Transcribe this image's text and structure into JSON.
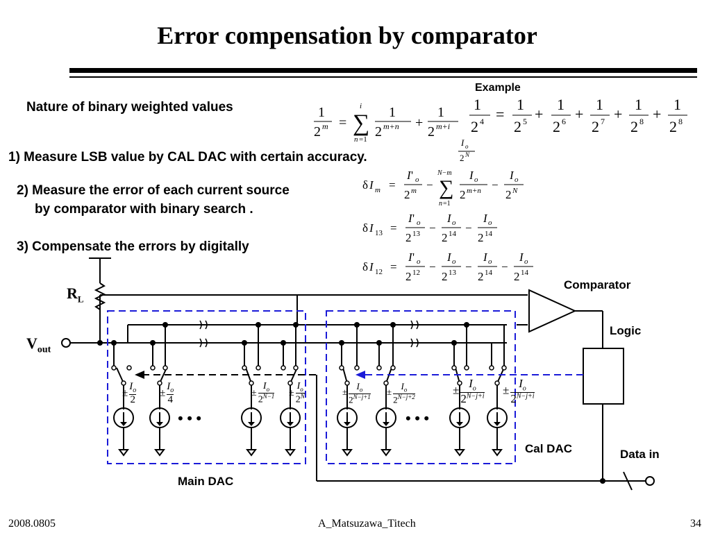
{
  "slide": {
    "title": "Error compensation by comparator",
    "example_label": "Example",
    "nature_text": "Nature of binary weighted values",
    "step1": "1) Measure LSB value by CAL DAC with certain accuracy.",
    "step2_line1": "2) Measure the error of each current source",
    "step2_line2": "by  comparator with binary search .",
    "step3": "3) Compensate the errors by digitally"
  },
  "diagram": {
    "rl_label": "R",
    "rl_sub": "L",
    "vout_label": "V",
    "vout_sub": "out",
    "comparator_label": "Comparator",
    "logic_label": "Logic",
    "cal_dac_label": "Cal DAC",
    "data_in_label": "Data in",
    "main_dac_label": "Main DAC",
    "ellipsis": "• • •",
    "main_sources": [
      {
        "pm": "±",
        "num": "I",
        "num_sub": "o",
        "den": "2"
      },
      {
        "pm": "±",
        "num": "I",
        "num_sub": "o",
        "den": "4"
      },
      {
        "pm": "±",
        "num": "I",
        "num_sub": "o",
        "den": "2",
        "den_sup": "N−1"
      },
      {
        "pm": "±",
        "num": "I",
        "num_sub": "o",
        "den": "2",
        "den_sup": "N"
      }
    ],
    "cal_sources": [
      {
        "pm": "±",
        "num": "I",
        "num_sub": "o",
        "den": "2",
        "den_sup": "N−j+1"
      },
      {
        "pm": "±",
        "num": "I",
        "num_sub": "o",
        "den": "2",
        "den_sup": "N−j+2"
      },
      {
        "pm": "±",
        "num": "I",
        "num_sub": "o",
        "den": "2",
        "den_sup": "N−j+i"
      },
      {
        "pm": "±",
        "num": "I",
        "num_sub": "o",
        "den": "2",
        "den_sup": "N−j+i"
      }
    ],
    "colors": {
      "dash_box": "#1a1ad8",
      "dash_arrow": "#1a1ad8",
      "wire": "#000000"
    }
  },
  "footer": {
    "date": "2008.0805",
    "author": "A_Matsuzawa_Titech",
    "page": "34"
  }
}
